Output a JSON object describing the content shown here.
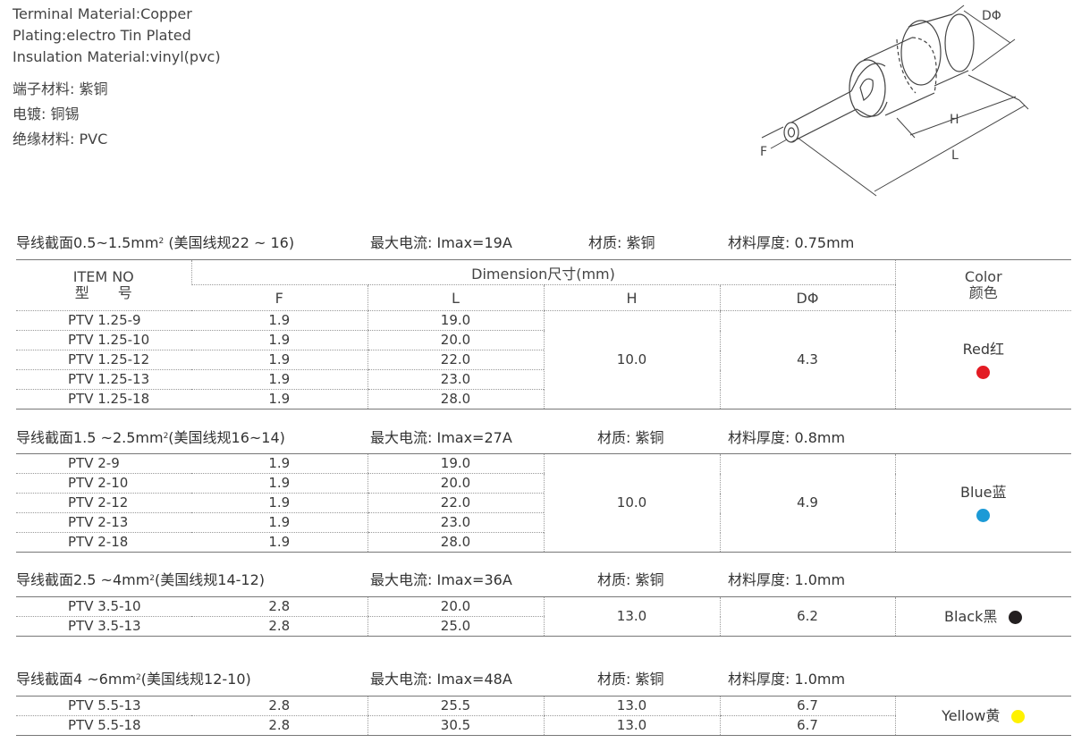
{
  "specs_en": [
    "Terminal Material:Copper",
    "Plating:electro Tin Plated",
    "Insulation Material:vinyl(pvc)"
  ],
  "specs_cn": [
    "端子材料: 紫铜",
    "电镀: 铜锡",
    "绝缘材料: PVC"
  ],
  "diagram": {
    "labels": {
      "d": "DΦ",
      "h": "H",
      "l": "L",
      "f": "F"
    }
  },
  "header": {
    "item_no": "ITEM NO",
    "item_cn": "型　　号",
    "dimension": "Dimension尺寸(mm)",
    "f": "F",
    "l": "L",
    "h": "H",
    "d": "DΦ",
    "color": "Color",
    "color_cn": "颜色"
  },
  "colors": {
    "red": "#e31b23",
    "blue": "#1c9ad6",
    "black": "#231f20",
    "yellow": "#fff200"
  },
  "sections": [
    {
      "wire": "导线截面0.5~1.5mm",
      "sup": "2",
      "awg": "(美国线规22 ~ 16)",
      "current": "最大电流:  Imax=19A",
      "material": "材质:  紫铜",
      "thickness": "材料厚度:  0.75mm",
      "h": "10.0",
      "d": "4.3",
      "color_label": "Red红",
      "rows": [
        {
          "item": "PTV 1.25-9",
          "f": "1.9",
          "l": "19.0"
        },
        {
          "item": "PTV 1.25-10",
          "f": "1.9",
          "l": "20.0"
        },
        {
          "item": "PTV 1.25-12",
          "f": "1.9",
          "l": "22.0"
        },
        {
          "item": "PTV 1.25-13",
          "f": "1.9",
          "l": "23.0"
        },
        {
          "item": "PTV 1.25-18",
          "f": "1.9",
          "l": "28.0"
        }
      ]
    },
    {
      "wire": "导线截面1.5 ~2.5mm",
      "sup": "2",
      "awg": "(美国线规16~14)",
      "current": "最大电流:  Imax=27A",
      "material": "材质:  紫铜",
      "thickness": "材料厚度:  0.8mm",
      "h": "10.0",
      "d": "4.9",
      "color_label": "Blue蓝",
      "rows": [
        {
          "item": "PTV 2-9",
          "f": "1.9",
          "l": "19.0"
        },
        {
          "item": "PTV 2-10",
          "f": "1.9",
          "l": "20.0"
        },
        {
          "item": "PTV 2-12",
          "f": "1.9",
          "l": "22.0"
        },
        {
          "item": "PTV 2-13",
          "f": "1.9",
          "l": "23.0"
        },
        {
          "item": "PTV 2-18",
          "f": "1.9",
          "l": "28.0"
        }
      ]
    },
    {
      "wire": "导线截面2.5 ~4mm",
      "sup": "2",
      "awg": "(美国线规14-12)",
      "current": "最大电流:  Imax=36A",
      "material": "材质:  紫铜",
      "thickness": "材料厚度:  1.0mm",
      "h": "13.0",
      "d": "6.2",
      "color_label": "Black黑",
      "rows": [
        {
          "item": "PTV 3.5-10",
          "f": "2.8",
          "l": "20.0"
        },
        {
          "item": "PTV 3.5-13",
          "f": "2.8",
          "l": "25.0"
        }
      ]
    },
    {
      "wire": "导线截面4 ~6mm",
      "sup": "2",
      "awg": "(美国线规12-10)",
      "current": "最大电流:  Imax=48A",
      "material": "材质:  紫铜",
      "thickness": "材料厚度:  1.0mm",
      "color_label": "Yellow黄",
      "rows": [
        {
          "item": "PTV 5.5-13",
          "f": "2.8",
          "l": "25.5",
          "h": "13.0",
          "d": "6.7"
        },
        {
          "item": "PTV 5.5-18",
          "f": "2.8",
          "l": "30.5",
          "h": "13.0",
          "d": "6.7"
        }
      ]
    }
  ]
}
